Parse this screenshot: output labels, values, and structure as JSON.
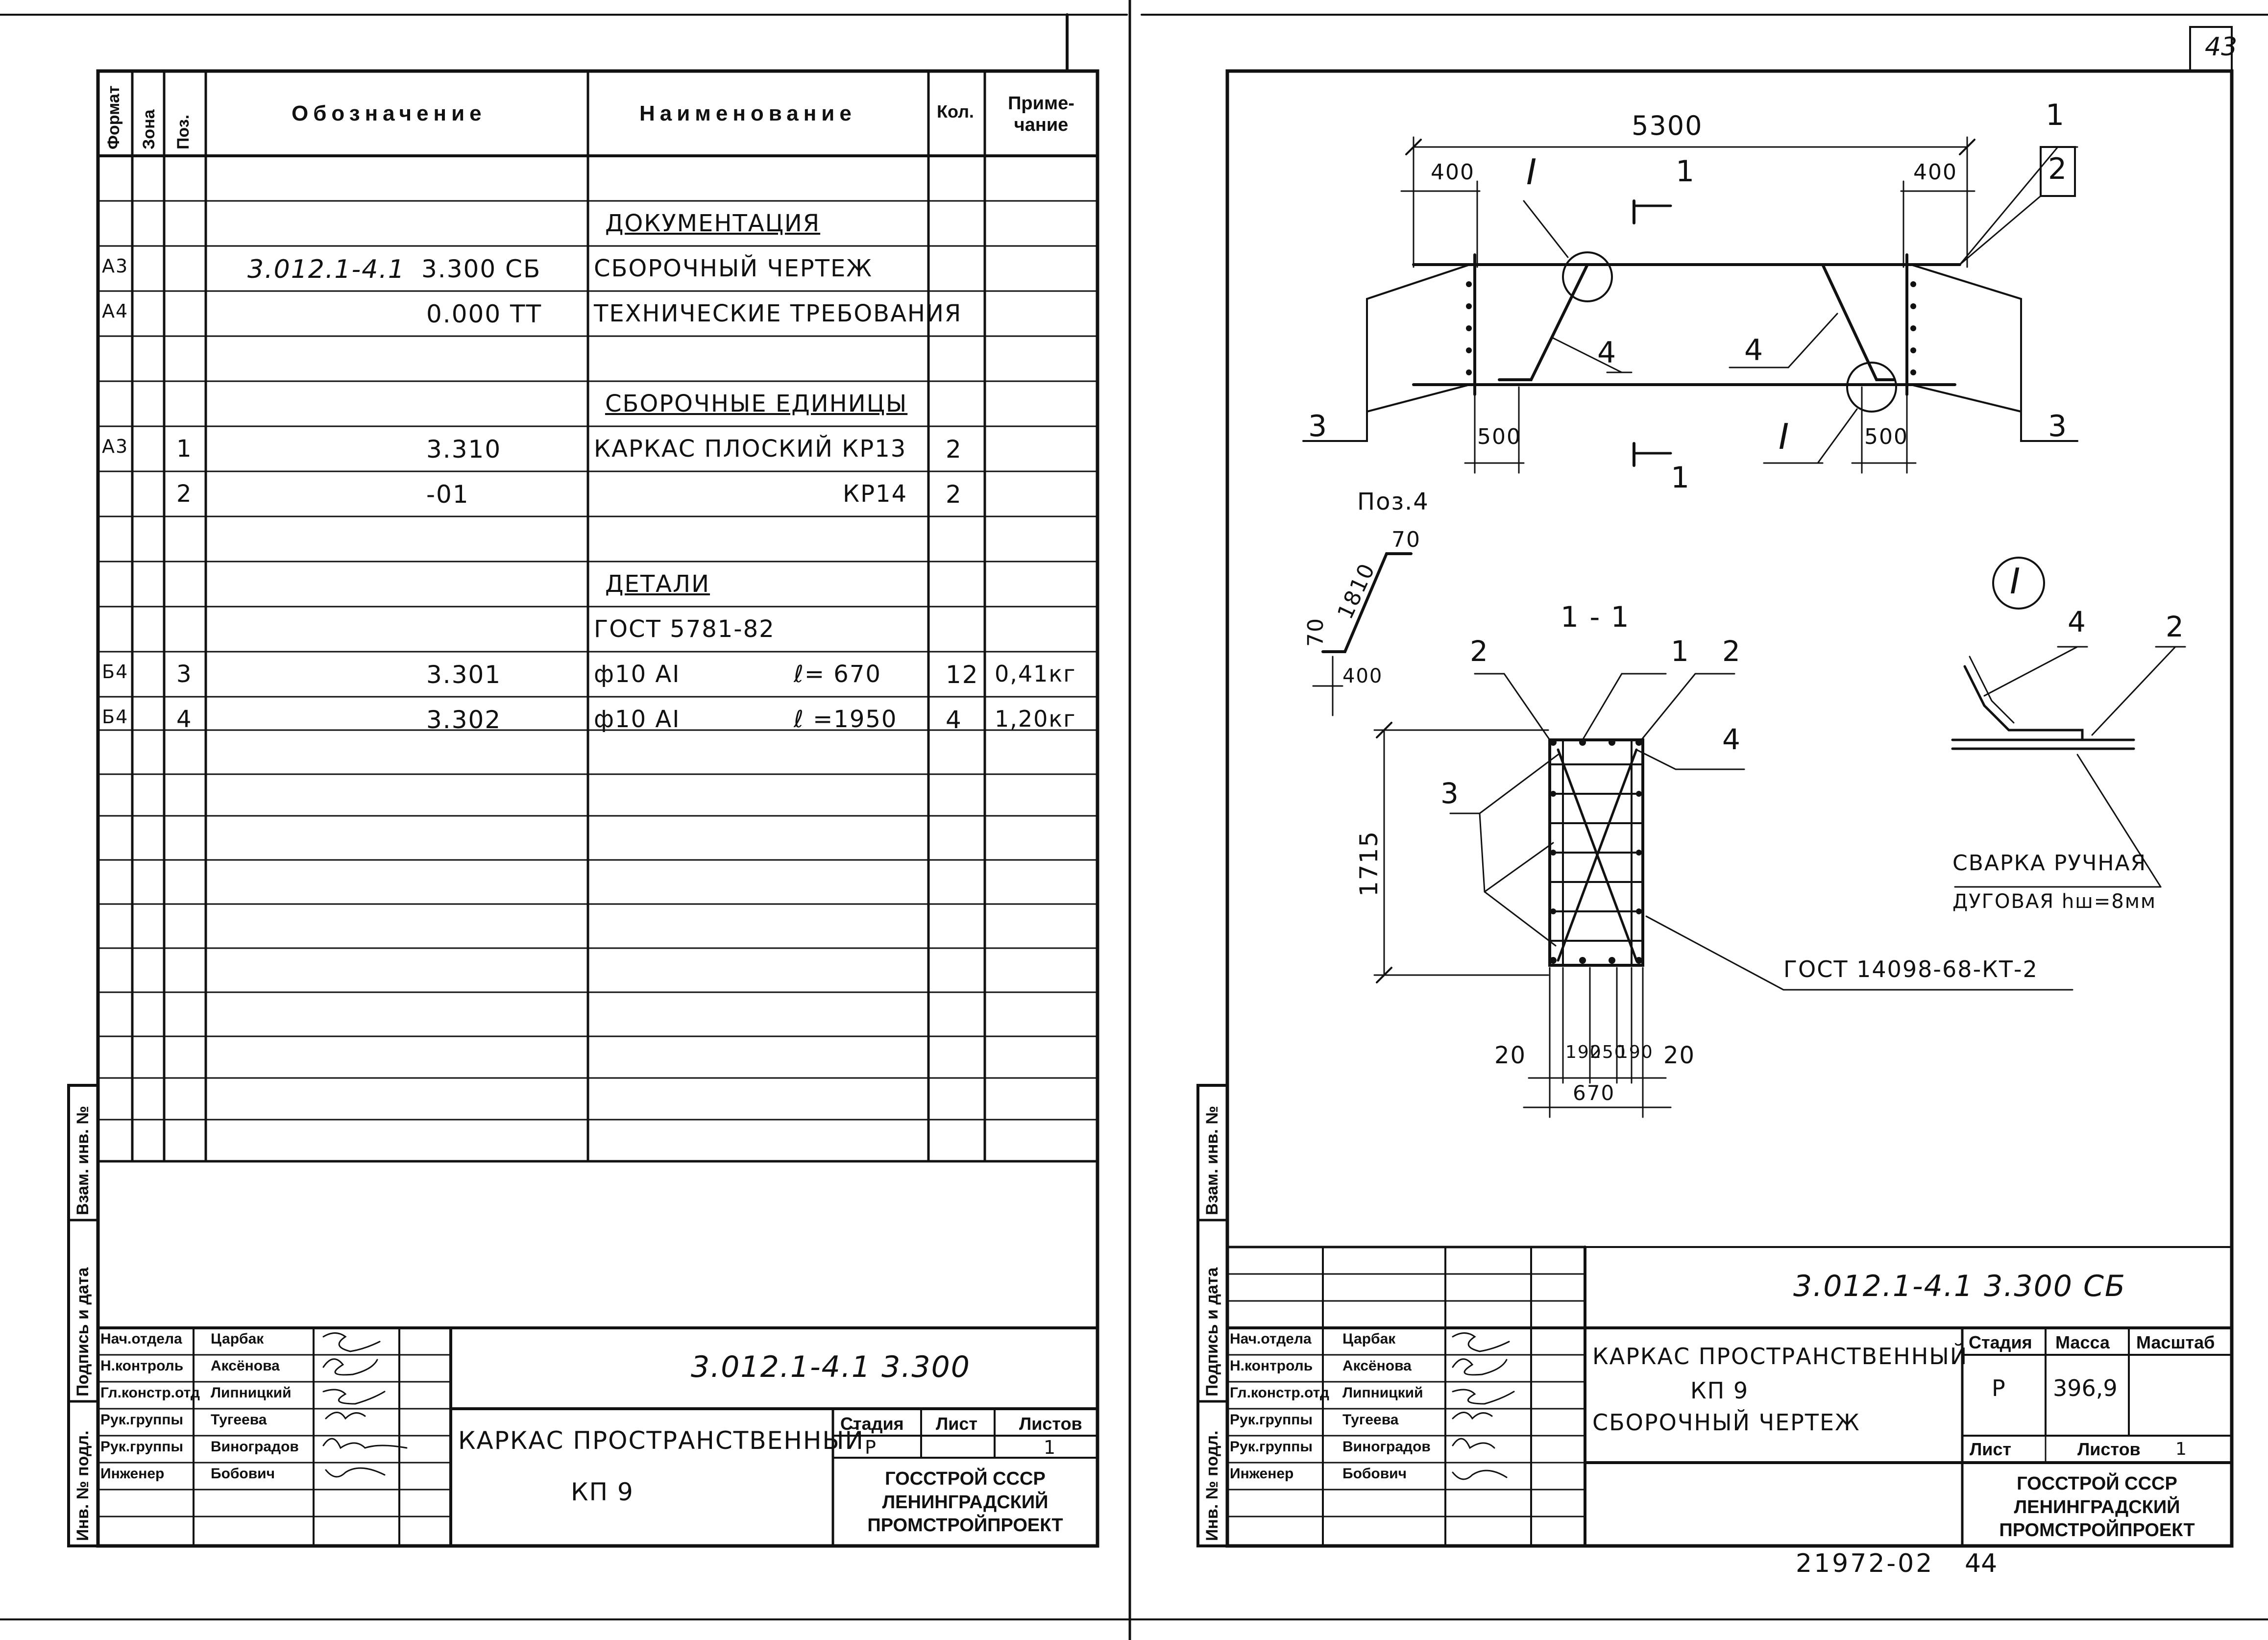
{
  "page_number": "43",
  "bottom_code": "21972-02",
  "bottom_page": "44",
  "left_sheet": {
    "columns": {
      "format": "Формат",
      "zone": "Зона",
      "pos": "Поз.",
      "designation": "Обозначение",
      "name": "Наименование",
      "qty": "Кол.",
      "note": "Приме-\nчание"
    },
    "rows": [
      {
        "format": "",
        "pos": "",
        "des_a": "",
        "des_b": "",
        "name": "ДОКУМЕНТАЦИЯ",
        "name_b": "",
        "qty": "",
        "note": "",
        "heading": true
      },
      {
        "format": "А3",
        "pos": "",
        "des_a": "3.012.1-4.1",
        "des_b": "3.300 СБ",
        "name": "СБОРОЧНЫЙ ЧЕРТЕЖ",
        "name_b": "",
        "qty": "",
        "note": ""
      },
      {
        "format": "А4",
        "pos": "",
        "des_a": "",
        "des_b": "0.000 ТТ",
        "name": "ТЕХНИЧЕСКИЕ ТРЕБОВАНИЯ",
        "name_b": "",
        "qty": "",
        "note": ""
      },
      {
        "format": "",
        "pos": "",
        "des_a": "",
        "des_b": "",
        "name": "СБОРОЧНЫЕ ЕДИНИЦЫ",
        "name_b": "",
        "qty": "",
        "note": "",
        "heading": true
      },
      {
        "format": "А3",
        "pos": "1",
        "des_a": "",
        "des_b": "3.310",
        "name": "КАРКАС ПЛОСКИЙ КР13",
        "name_b": "",
        "qty": "2",
        "note": ""
      },
      {
        "format": "",
        "pos": "2",
        "des_a": "",
        "des_b": "-01",
        "name": "",
        "name_b": "КР14",
        "qty": "2",
        "note": ""
      },
      {
        "format": "",
        "pos": "",
        "des_a": "",
        "des_b": "",
        "name": "ДЕТАЛИ",
        "name_b": "",
        "qty": "",
        "note": "",
        "heading": true
      },
      {
        "format": "",
        "pos": "",
        "des_a": "",
        "des_b": "",
        "name": "ГОСТ 5781-82",
        "name_b": "",
        "qty": "",
        "note": ""
      },
      {
        "format": "Б4",
        "pos": "3",
        "des_a": "",
        "des_b": "3.301",
        "name": "ф10 АI",
        "name_b": "ℓ= 670",
        "qty": "12",
        "note": "0,41кг"
      },
      {
        "format": "Б4",
        "pos": "4",
        "des_a": "",
        "des_b": "3.302",
        "name": "ф10 АI",
        "name_b": "ℓ =1950",
        "qty": "4",
        "note": "1,20кг"
      }
    ],
    "side_labels": {
      "inv_vzam": "Взам. инв. №",
      "sign_date": "Подпись и дата",
      "inv_podl": "Инв. № подл."
    },
    "title_block": {
      "code": "3.012.1-4.1  3.300",
      "title_line1": "КАРКАС ПРОСТРАНСТВЕННЫЙ",
      "title_line2": "КП 9",
      "stage_label": "Стадия",
      "sheet_label": "Лист",
      "sheets_label": "Листов",
      "stage": "Р",
      "sheets": "1",
      "org_line1": "ГОССТРОЙ СССР",
      "org_line2": "ЛЕНИНГРАДСКИЙ",
      "org_line3": "ПРОМСТРОЙПРОЕКТ"
    }
  },
  "signatories": [
    {
      "role": "Нач.отдела",
      "name": "Царбак"
    },
    {
      "role": "Н.контроль",
      "name": "Аксёнова"
    },
    {
      "role": "Гл.констр.отд",
      "name": "Липницкий"
    },
    {
      "role": "Рук.группы",
      "name": "Тугеева"
    },
    {
      "role": "Рук.группы",
      "name": "Виноградов"
    },
    {
      "role": "Инженер",
      "name": "Бобович"
    }
  ],
  "right_sheet": {
    "code": "3.012.1-4.1  3.300 СБ",
    "title_line1": "КАРКАС ПРОСТРАНСТВЕННЫЙ",
    "title_line2": "КП 9",
    "title_line3": "СБОРОЧНЫЙ ЧЕРТЕЖ",
    "stage_label": "Стадия",
    "mass_label": "Масса",
    "scale_label": "Масштаб",
    "stage": "Р",
    "mass": "396,9",
    "sheet_label": "Лист",
    "sheets_label": "Листов",
    "sheets": "1",
    "org_line1": "ГОССТРОЙ СССР",
    "org_line2": "ЛЕНИНГРАДСКИЙ",
    "org_line3": "ПРОМСТРОЙПРОЕКТ"
  },
  "drawing": {
    "dim_total": "5300",
    "dim_400_left": "400",
    "dim_400_right": "400",
    "dim_500_left": "500",
    "dim_500_right": "500",
    "callout_1": "1",
    "callout_2": "2",
    "callout_3": "3",
    "callout_4": "4",
    "detail_mark": "I",
    "section_mark": "1",
    "section_title": "1 - 1",
    "pos4_label": "Поз.4",
    "bent_70a": "70",
    "bent_70b": "70",
    "bent_1810": "1810",
    "bent_400": "400",
    "height_1715": "1715",
    "bottom_dims": [
      "20",
      "190",
      "250",
      "190",
      "20"
    ],
    "bottom_total": "670",
    "gost_weld": "ГОСТ 14098-68-КТ-2",
    "weld_note_1": "СВАРКА РУЧНАЯ",
    "weld_note_2": "ДУГОВАЯ hш=8мм"
  }
}
